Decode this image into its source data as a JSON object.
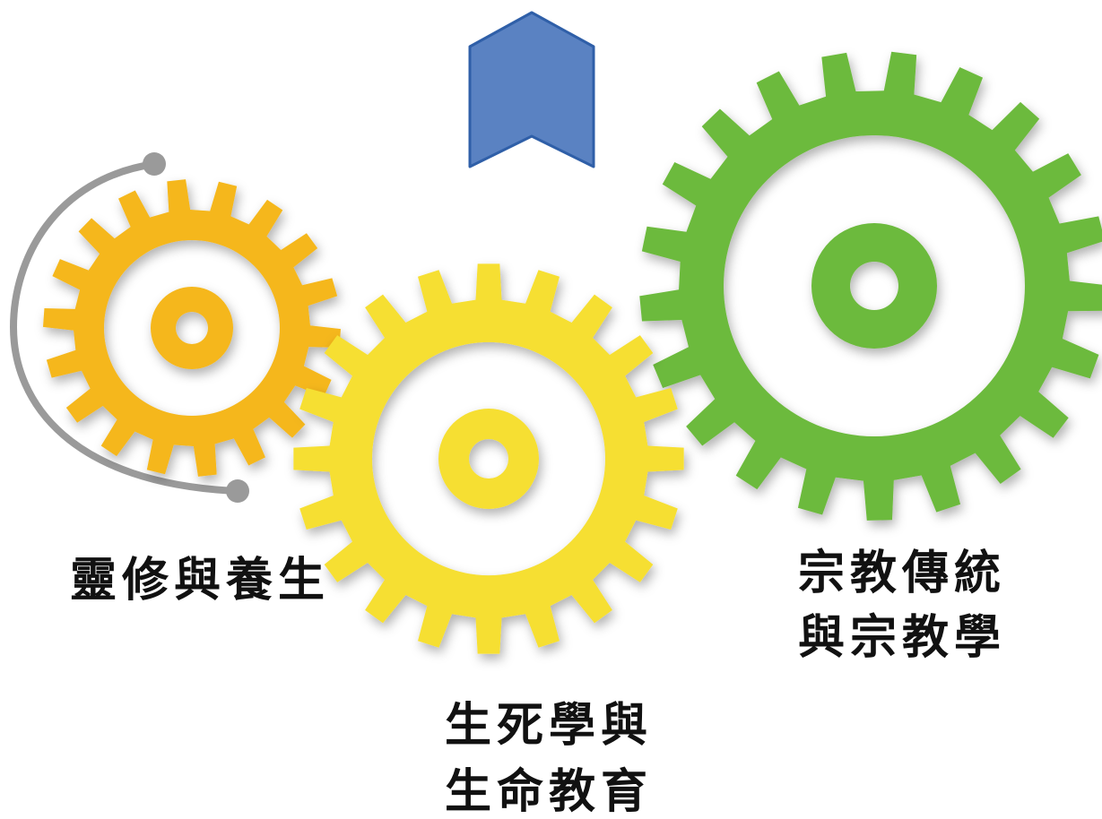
{
  "diagram": {
    "gears": [
      {
        "id": "spirituality",
        "color": "#F5B71C",
        "label_lines": [
          "靈修與養生"
        ]
      },
      {
        "id": "life-death",
        "color": "#F6DF32",
        "label_lines": [
          "生死學與",
          "生命教育"
        ]
      },
      {
        "id": "religion",
        "color": "#6CBA3C",
        "label_lines": [
          "宗教傳統",
          "與宗教學"
        ]
      }
    ],
    "arrow_color": "#5A82C2",
    "arc_color": "#9A9A9A"
  }
}
